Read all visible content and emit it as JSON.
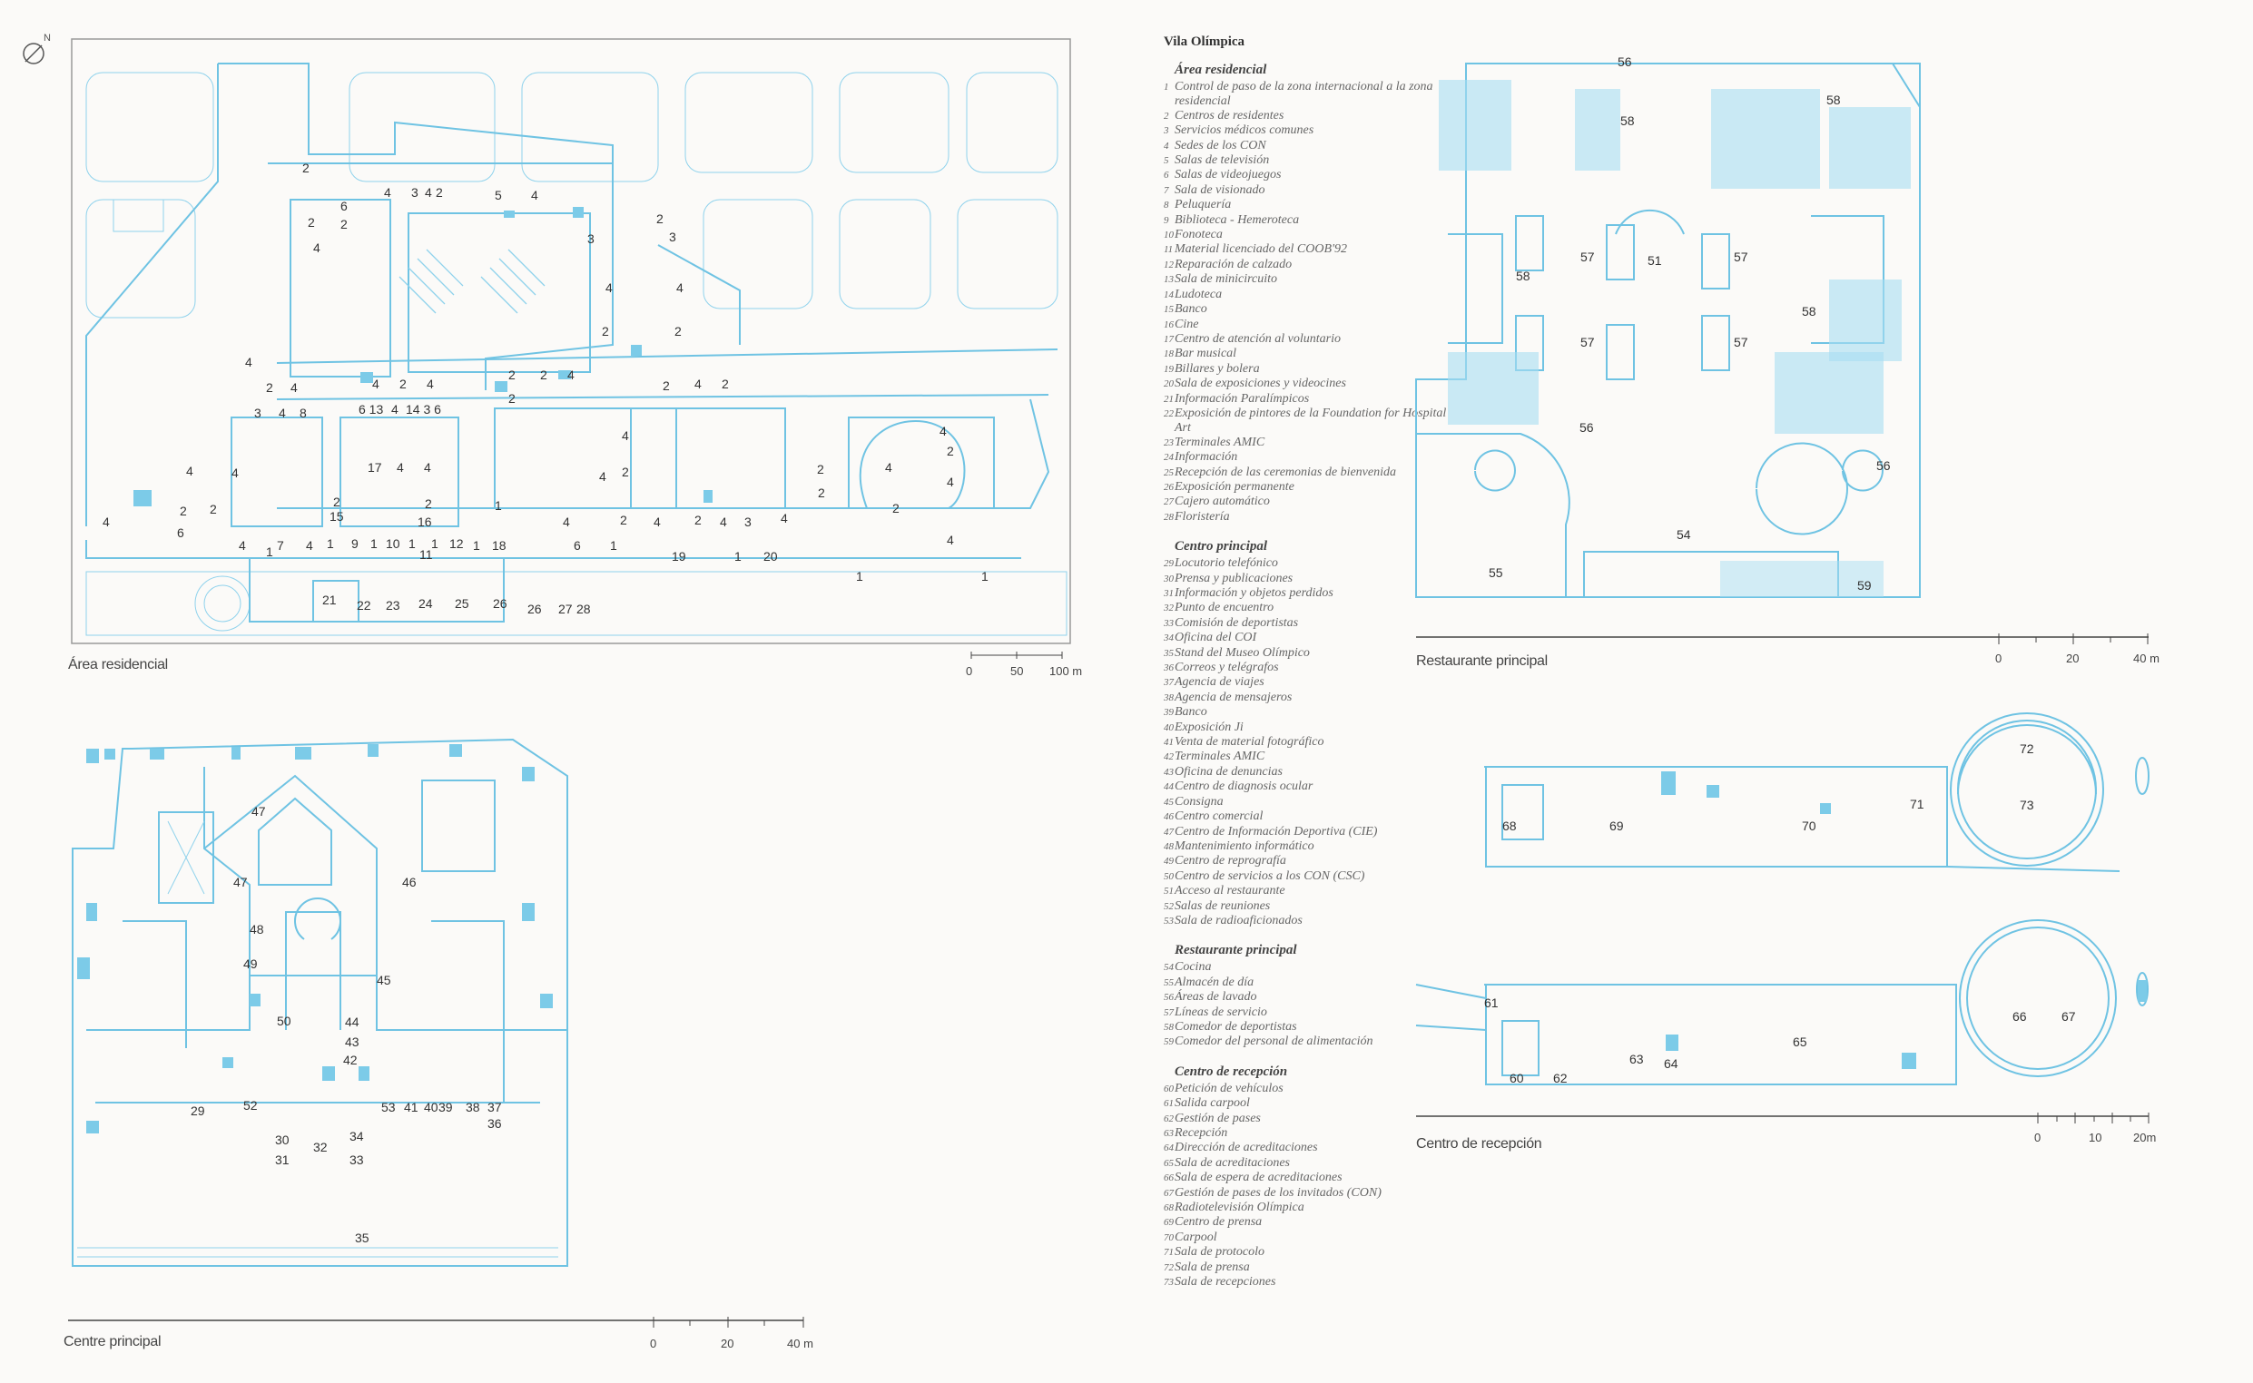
{
  "north_label": "N",
  "plans": {
    "residential": {
      "caption": "Área residencial",
      "scale": [
        "0",
        "50",
        "100 m"
      ]
    },
    "restaurant": {
      "caption": "Restaurante principal",
      "scale": [
        "0",
        "20",
        "40 m"
      ]
    },
    "reception": {
      "caption": "Centro de recepción",
      "scale": [
        "0",
        "10",
        "20m"
      ]
    },
    "central": {
      "caption": "Centre principal",
      "scale": [
        "0",
        "20",
        "40 m"
      ]
    }
  },
  "legend": {
    "title": "Vila Olímpica",
    "sections": [
      {
        "heading": "Área residencial",
        "items": [
          {
            "n": "1",
            "t": "Control de paso de la zona internacional a la zona residencial"
          },
          {
            "n": "2",
            "t": "Centros de residentes"
          },
          {
            "n": "3",
            "t": "Servicios médicos comunes"
          },
          {
            "n": "4",
            "t": "Sedes de los CON"
          },
          {
            "n": "5",
            "t": "Salas de televisión"
          },
          {
            "n": "6",
            "t": "Salas de videojuegos"
          },
          {
            "n": "7",
            "t": "Sala de visionado"
          },
          {
            "n": "8",
            "t": "Peluquería"
          },
          {
            "n": "9",
            "t": "Biblioteca - Hemeroteca"
          },
          {
            "n": "10",
            "t": "Fonoteca"
          },
          {
            "n": "11",
            "t": "Material licenciado del COOB'92"
          },
          {
            "n": "12",
            "t": "Reparación de calzado"
          },
          {
            "n": "13",
            "t": "Sala de minicircuito"
          },
          {
            "n": "14",
            "t": "Ludoteca"
          },
          {
            "n": "15",
            "t": "Banco"
          },
          {
            "n": "16",
            "t": "Cine"
          },
          {
            "n": "17",
            "t": "Centro de atención al voluntario"
          },
          {
            "n": "18",
            "t": "Bar musical"
          },
          {
            "n": "19",
            "t": "Billares y bolera"
          },
          {
            "n": "20",
            "t": "Sala de exposiciones y videocines"
          },
          {
            "n": "21",
            "t": "Información Paralímpicos"
          },
          {
            "n": "22",
            "t": "Exposición de pintores de la Foundation for Hospital Art"
          },
          {
            "n": "23",
            "t": "Terminales AMIC"
          },
          {
            "n": "24",
            "t": "Información"
          },
          {
            "n": "25",
            "t": "Recepción de las ceremonias de bienvenida"
          },
          {
            "n": "26",
            "t": "Exposición permanente"
          },
          {
            "n": "27",
            "t": "Cajero automático"
          },
          {
            "n": "28",
            "t": "Floristería"
          }
        ]
      },
      {
        "heading": "Centro principal",
        "items": [
          {
            "n": "29",
            "t": "Locutorio telefónico"
          },
          {
            "n": "30",
            "t": "Prensa y publicaciones"
          },
          {
            "n": "31",
            "t": "Información y objetos perdidos"
          },
          {
            "n": "32",
            "t": "Punto de encuentro"
          },
          {
            "n": "33",
            "t": "Comisión de deportistas"
          },
          {
            "n": "34",
            "t": "Oficina del COI"
          },
          {
            "n": "35",
            "t": "Stand del Museo Olímpico"
          },
          {
            "n": "36",
            "t": "Correos y telégrafos"
          },
          {
            "n": "37",
            "t": "Agencia de viajes"
          },
          {
            "n": "38",
            "t": "Agencia de mensajeros"
          },
          {
            "n": "39",
            "t": "Banco"
          },
          {
            "n": "40",
            "t": "Exposición Ji"
          },
          {
            "n": "41",
            "t": "Venta de material fotográfico"
          },
          {
            "n": "42",
            "t": "Terminales AMIC"
          },
          {
            "n": "43",
            "t": "Oficina de denuncias"
          },
          {
            "n": "44",
            "t": "Centro de diagnosis ocular"
          },
          {
            "n": "45",
            "t": "Consigna"
          },
          {
            "n": "46",
            "t": "Centro comercial"
          },
          {
            "n": "47",
            "t": "Centro de Información Deportiva (CIE)"
          },
          {
            "n": "48",
            "t": "Mantenimiento informático"
          },
          {
            "n": "49",
            "t": "Centro de reprografía"
          },
          {
            "n": "50",
            "t": "Centro de servicios a los CON (CSC)"
          },
          {
            "n": "51",
            "t": "Acceso al restaurante"
          },
          {
            "n": "52",
            "t": "Salas de reuniones"
          },
          {
            "n": "53",
            "t": "Sala de radioaficionados"
          }
        ]
      },
      {
        "heading": "Restaurante principal",
        "items": [
          {
            "n": "54",
            "t": "Cocina"
          },
          {
            "n": "55",
            "t": "Almacén de día"
          },
          {
            "n": "56",
            "t": "Áreas de lavado"
          },
          {
            "n": "57",
            "t": "Líneas de servicio"
          },
          {
            "n": "58",
            "t": "Comedor de deportistas"
          },
          {
            "n": "59",
            "t": "Comedor del personal de alimentación"
          }
        ]
      },
      {
        "heading": "Centro de recepción",
        "items": [
          {
            "n": "60",
            "t": "Petición de vehículos"
          },
          {
            "n": "61",
            "t": "Salida carpool"
          },
          {
            "n": "62",
            "t": "Gestión de pases"
          },
          {
            "n": "63",
            "t": "Recepción"
          },
          {
            "n": "64",
            "t": "Dirección de acreditaciones"
          },
          {
            "n": "65",
            "t": "Sala de acreditaciones"
          },
          {
            "n": "66",
            "t": "Sala de espera de acreditaciones"
          },
          {
            "n": "67",
            "t": "Gestión de pases de los invitados (CON)"
          },
          {
            "n": "68",
            "t": "Radiotelevisión Olímpica"
          },
          {
            "n": "69",
            "t": "Centro de prensa"
          },
          {
            "n": "70",
            "t": "Carpool"
          },
          {
            "n": "71",
            "t": "Sala de protocolo"
          },
          {
            "n": "72",
            "t": "Sala de prensa"
          },
          {
            "n": "73",
            "t": "Sala de recepciones"
          }
        ]
      }
    ]
  },
  "colors": {
    "plan_line": "#6fc3e3",
    "plan_fill": "#7ccbe8",
    "background": "#fbfaf8"
  },
  "icons": {
    "north": "north-arrow-icon"
  }
}
